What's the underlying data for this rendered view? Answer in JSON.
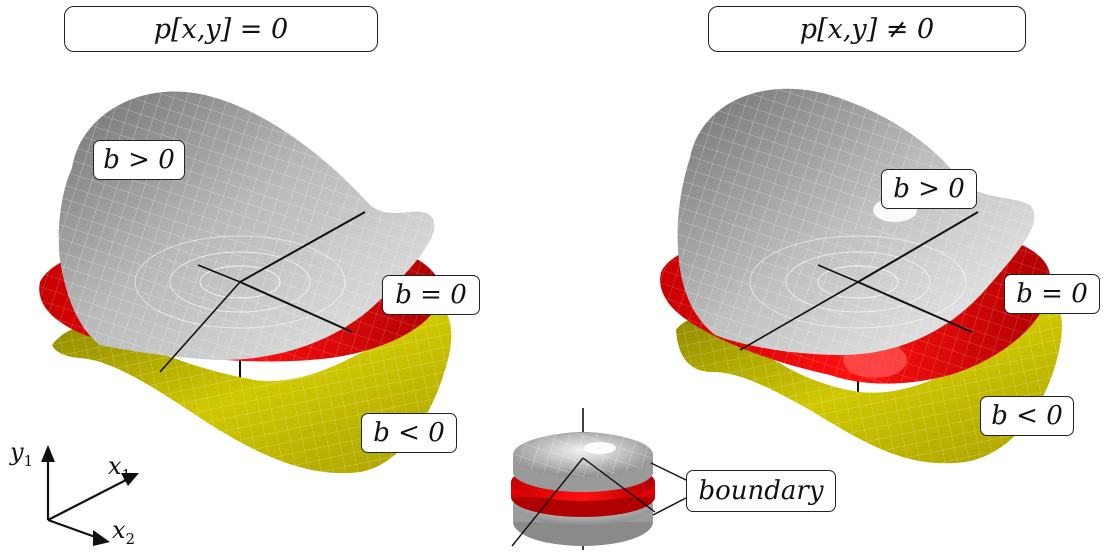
{
  "panels": {
    "left": {
      "title": "p[x,y] = 0"
    },
    "right": {
      "title": "p[x,y] ≠ 0"
    }
  },
  "regions": {
    "left": {
      "positive": "b > 0",
      "zero": "b = 0",
      "negative": "b < 0"
    },
    "right": {
      "positive": "b > 0",
      "zero": "b = 0",
      "negative": "b < 0"
    }
  },
  "inset": {
    "label": "boundary"
  },
  "axes": {
    "y1": "y",
    "y1_sub": "1",
    "x1": "x",
    "x1_sub": "1",
    "x2": "x",
    "x2_sub": "2"
  },
  "colors": {
    "surface_positive": "#9a9a9a",
    "surface_zero": "#e00000",
    "surface_negative": "#c8c000",
    "axis": "#111111"
  }
}
